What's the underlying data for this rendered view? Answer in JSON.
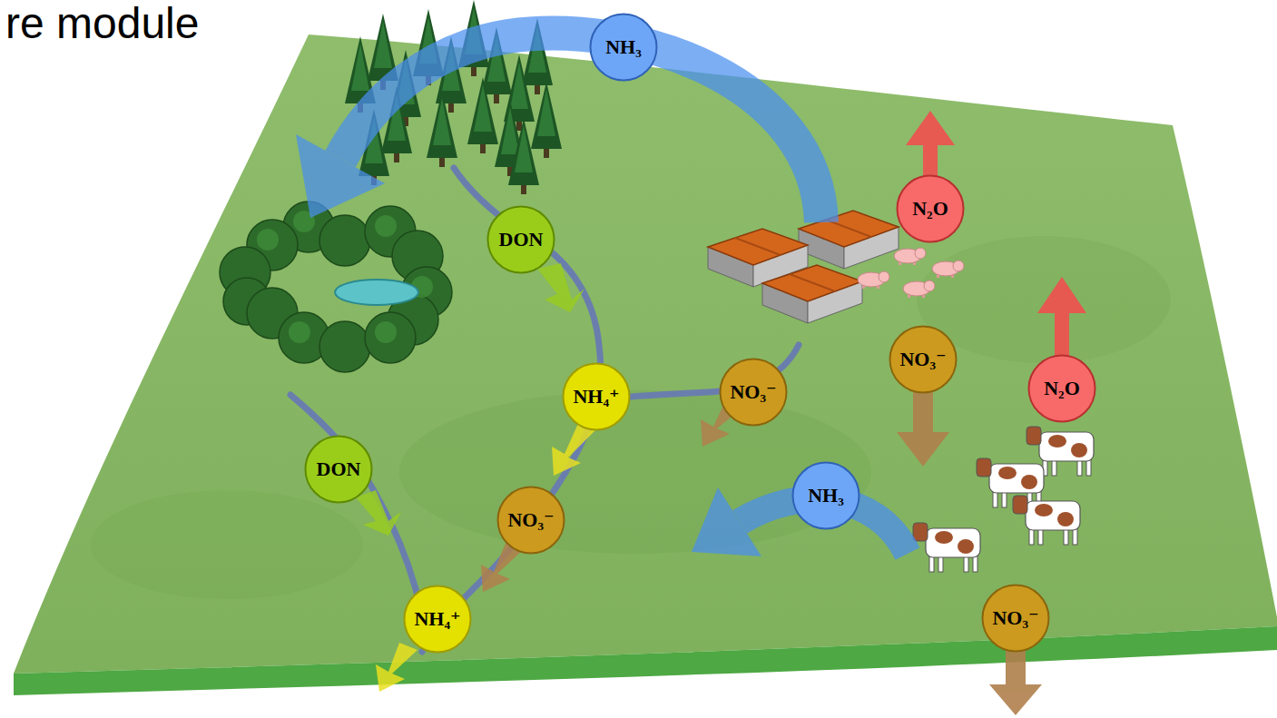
{
  "diagram": {
    "title": "re module",
    "nodes": [
      {
        "text": [
          "NH₃"
        ]
      },
      {
        "text": [
          "N₂O"
        ]
      },
      {
        "text": [
          "DON"
        ]
      },
      {
        "text": [
          "NO₃⁻"
        ]
      },
      {
        "text": [
          "N₂O"
        ]
      },
      {
        "text": [
          "NH₄⁺"
        ]
      },
      {
        "text": [
          "NO₃⁻"
        ]
      },
      {
        "text": [
          "DON"
        ]
      },
      {
        "text": [
          "NO₃⁻"
        ]
      },
      {
        "text": [
          "NH₃"
        ]
      },
      {
        "text": [
          "NH₄⁺"
        ]
      },
      {
        "text": [
          "NO₃⁻"
        ]
      }
    ]
  }
}
